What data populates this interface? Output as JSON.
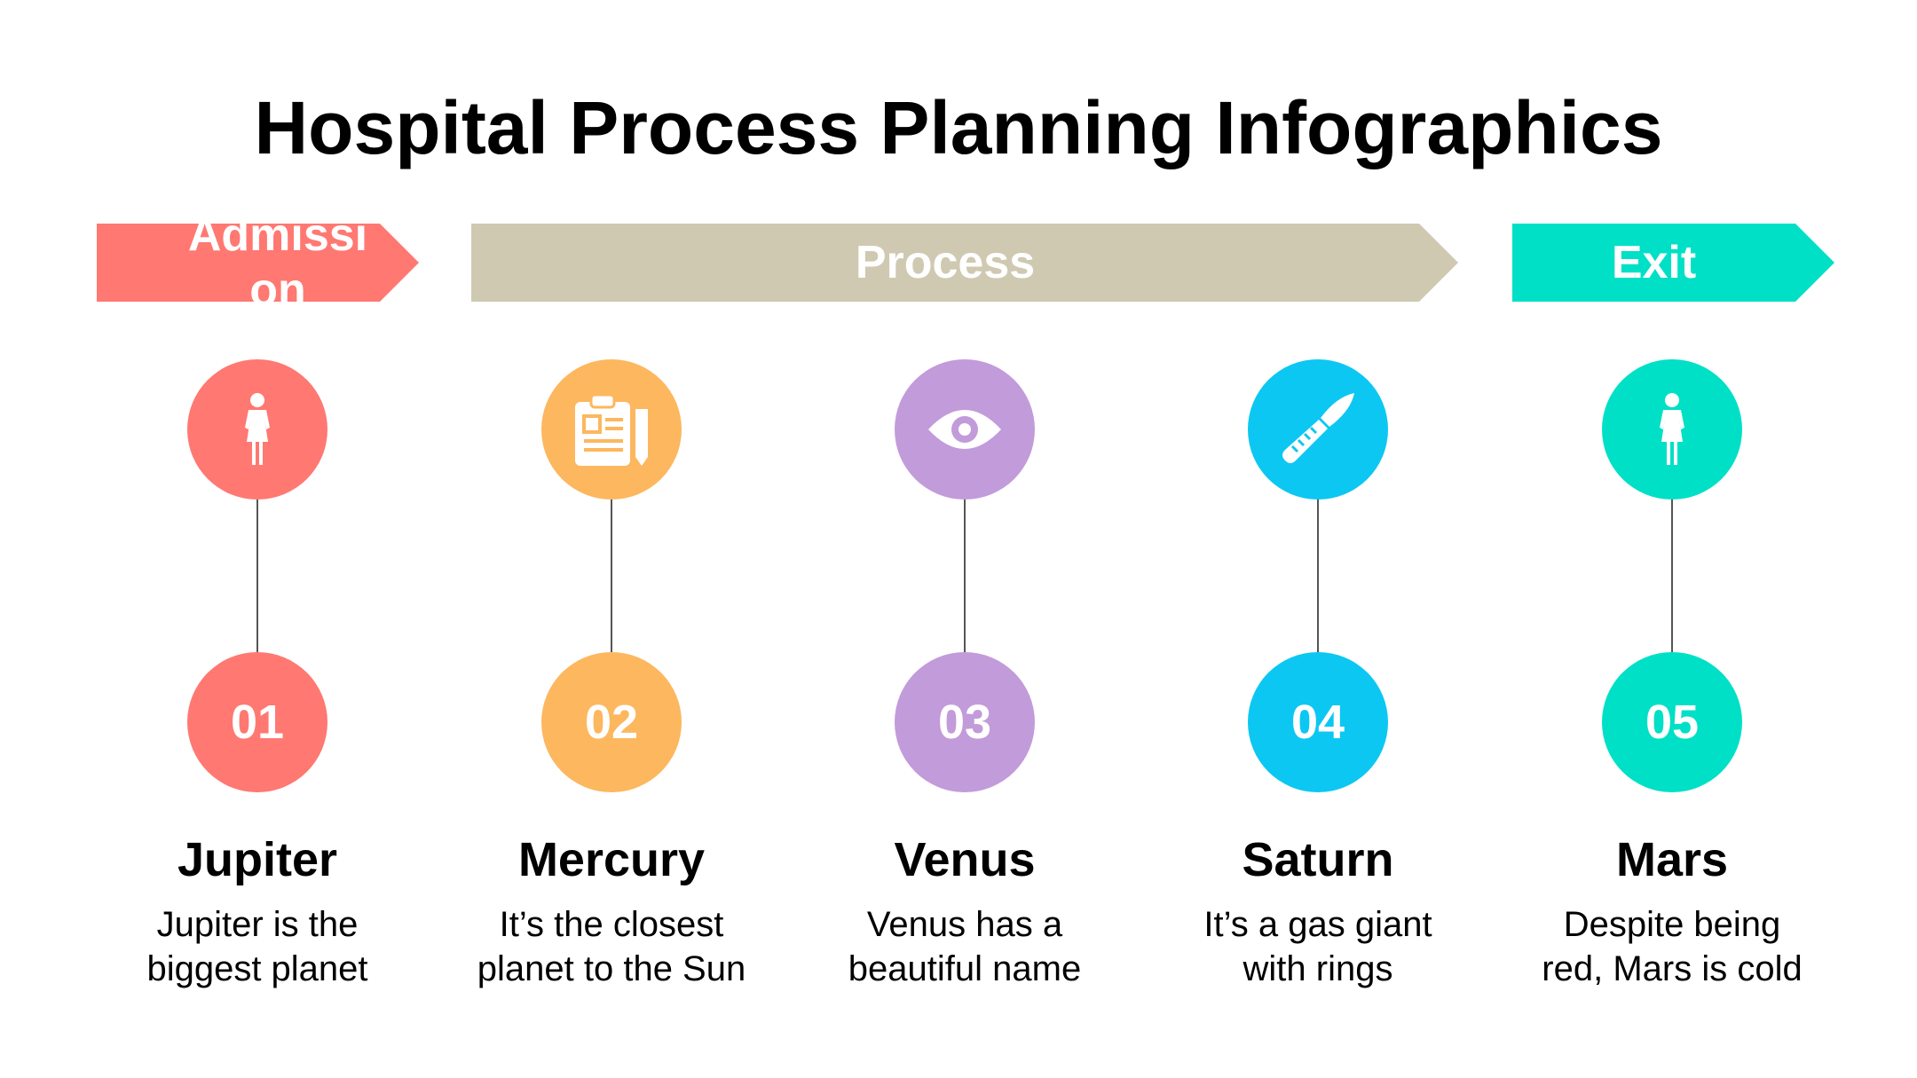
{
  "title": "Hospital Process Planning Infographics",
  "banners": {
    "admission": {
      "label": "Admission",
      "color": "#ff7872"
    },
    "process": {
      "label": "Process",
      "color": "#cfc9b2"
    },
    "exit": {
      "label": "Exit",
      "color": "#00e0c6"
    }
  },
  "steps": [
    {
      "number": "01",
      "name": "Jupiter",
      "desc_line1": "Jupiter is the",
      "desc_line2": "biggest planet",
      "color": "#ff7872",
      "icon": "person-icon"
    },
    {
      "number": "02",
      "name": "Mercury",
      "desc_line1": "It’s the closest",
      "desc_line2": "planet to the Sun",
      "color": "#fdb75e",
      "icon": "clipboard-icon"
    },
    {
      "number": "03",
      "name": "Venus",
      "desc_line1": "Venus has a",
      "desc_line2": "beautiful name",
      "color": "#c29bda",
      "icon": "eye-icon"
    },
    {
      "number": "04",
      "name": "Saturn",
      "desc_line1": "It’s a gas giant",
      "desc_line2": "with rings",
      "color": "#0cc7f2",
      "icon": "scalpel-icon"
    },
    {
      "number": "05",
      "name": "Mars",
      "desc_line1": "Despite being",
      "desc_line2": "red, Mars is cold",
      "color": "#00e0c6",
      "icon": "person-icon"
    }
  ]
}
